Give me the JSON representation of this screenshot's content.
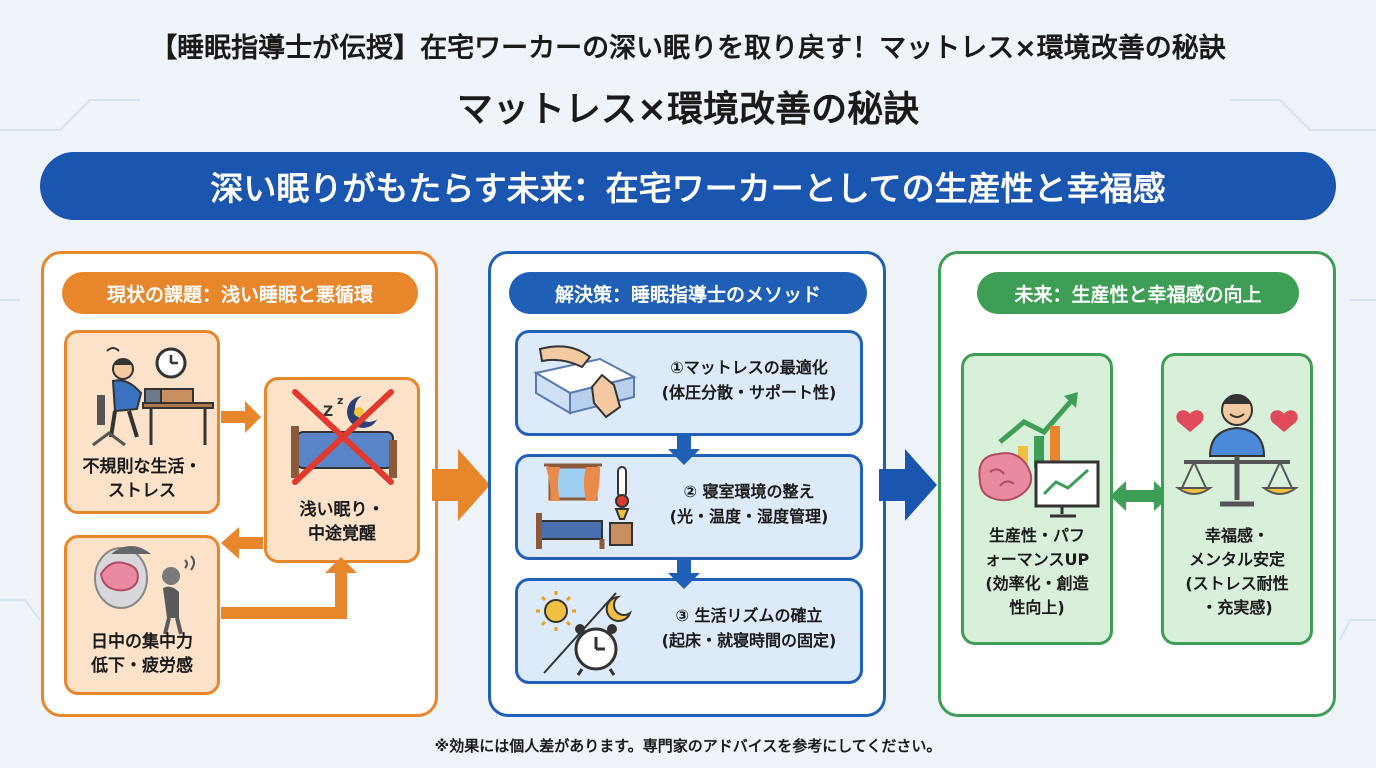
{
  "header": {
    "title": "【睡眠指導士が伝授】在宅ワーカーの深い眠りを取り戻す！マットレス×環境改善の秘訣",
    "subtitle": "マットレス×環境改善の秘訣"
  },
  "banner": {
    "text": "深い眠りがもたらす未来：在宅ワーカーとしての生産性と幸福感"
  },
  "problem": {
    "heading": "現状の課題：浅い睡眠と悪循環",
    "items": [
      {
        "lines": [
          "不規則な生活・",
          "ストレス"
        ],
        "icon": "stressed-worker-icon"
      },
      {
        "lines": [
          "浅い眠り・",
          "中途覚醒"
        ],
        "icon": "crossed-sleep-icon"
      },
      {
        "lines": [
          "日中の集中力",
          "低下・疲労感"
        ],
        "icon": "fatigue-icon"
      }
    ]
  },
  "solution": {
    "heading": "解決策：睡眠指導士のメソッド",
    "steps": [
      {
        "title": "①マットレスの最適化",
        "detail": "(体圧分散・サポート性)",
        "icon": "mattress-icon"
      },
      {
        "title": "② 寝室環境の整え",
        "detail": "(光・温度・湿度管理)",
        "icon": "bedroom-icon"
      },
      {
        "title": "③ 生活リズムの確立",
        "detail": "(起床・就寝時間の固定)",
        "icon": "day-night-clock-icon"
      }
    ]
  },
  "future": {
    "heading": "未来：生産性と幸福感の向上",
    "items": [
      {
        "lines": [
          "生産性・パフ",
          "ォーマンスUP",
          "(効率化・創造",
          "性向上)"
        ],
        "icon": "brain-growth-icon"
      },
      {
        "lines": [
          "幸福感・",
          "メンタル安定",
          "(ストレス耐性",
          "・充実感)"
        ],
        "icon": "balanced-person-icon"
      }
    ]
  },
  "footer": {
    "note": "※効果には個人差があります。専門家のアドバイスを参考にしてください。"
  },
  "colors": {
    "orange": "#e8862c",
    "blue": "#1a56b0",
    "green": "#3f9e55",
    "orange_fill": "#fbe2c8",
    "blue_fill": "#dceafa",
    "green_fill": "#d8efd9"
  }
}
